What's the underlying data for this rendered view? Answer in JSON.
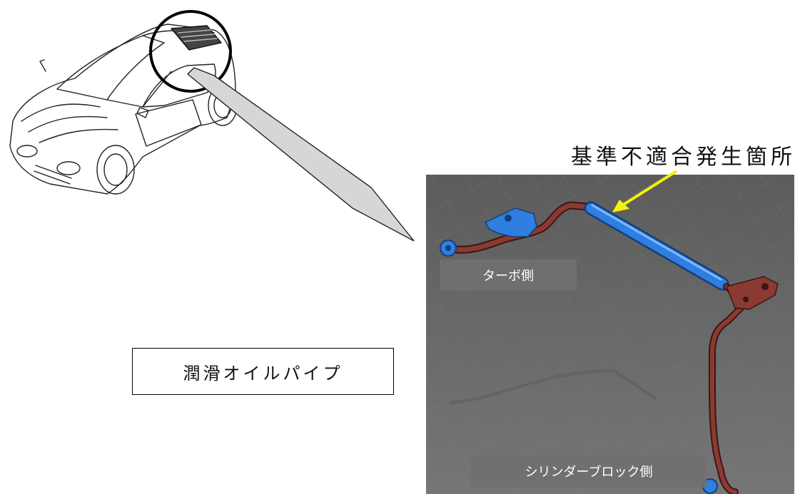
{
  "labels": {
    "defect_location": "基準不適合発生箇所",
    "part_name": "潤滑オイルパイプ",
    "turbo_side": "ターボ側",
    "cylinder_block_side": "シリンダーブロック側"
  },
  "colors": {
    "render_background": "#6e6e6e",
    "pipe_color": "#8a3a32",
    "highlight_color": "#2f7ee0",
    "arrow_pointer": "#f4f20a",
    "callout_fill": "#d6d6d6"
  },
  "icons": {
    "car": "sports-car-line-drawing",
    "pipe": "oil-pipe-3d-render"
  }
}
